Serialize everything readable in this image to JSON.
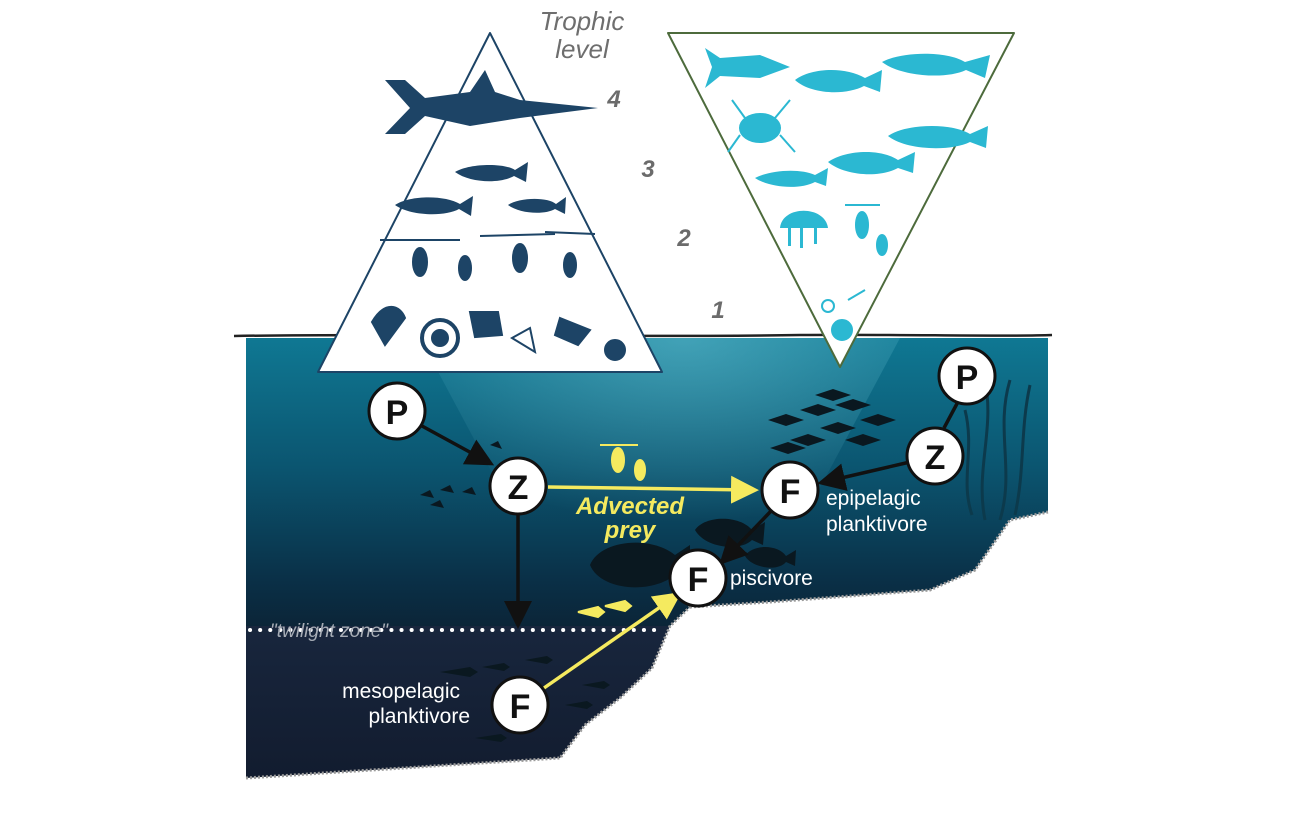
{
  "trophic": {
    "title_line1": "Trophic",
    "title_line2": "level",
    "levels": [
      "4",
      "3",
      "2",
      "1"
    ]
  },
  "nodes": {
    "p_left": "P",
    "z_left": "Z",
    "p_right": "P",
    "z_right": "Z",
    "f_epi": "F",
    "f_pisc": "F",
    "f_meso": "F"
  },
  "labels": {
    "epipelagic_line1": "epipelagic",
    "epipelagic_line2": "planktivore",
    "piscivore": "piscivore",
    "mesopelagic_line1": "mesopelagic",
    "mesopelagic_line2": "planktivore",
    "advected_line1": "Advected",
    "advected_line2": "prey",
    "twilight": "\"twilight zone\""
  },
  "colors": {
    "ocean_top": "#0e6f86",
    "ocean_deep": "#14253d",
    "dark_pyramid_icons": "#1d4466",
    "light_pyramid_icons": "#2bb8d2",
    "advected_arrow": "#f5ea5f",
    "arrow": "#111111"
  }
}
